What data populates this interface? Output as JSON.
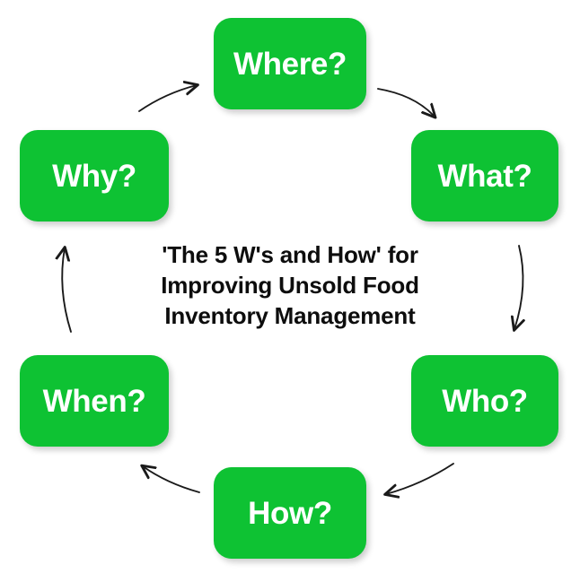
{
  "diagram": {
    "type": "cycle",
    "title": "'The 5 W's and How' for Improving Unsold Food Inventory Management",
    "center_lines": [
      "'The 5 W's and How' for",
      "Improving Unsold Food",
      "Inventory Management"
    ],
    "node_fill_color": "#0ec233",
    "node_text_color": "#ffffff",
    "center_text_color": "#0d0d0d",
    "background_color": "#ffffff",
    "arrow_color": "#1a1a1a",
    "nodes": [
      {
        "id": "where",
        "label": "Where?",
        "position": "top"
      },
      {
        "id": "what",
        "label": "What?",
        "position": "right-upper"
      },
      {
        "id": "who",
        "label": "Who?",
        "position": "right-lower"
      },
      {
        "id": "how",
        "label": "How?",
        "position": "bottom"
      },
      {
        "id": "when",
        "label": "When?",
        "position": "left-lower"
      },
      {
        "id": "why",
        "label": "Why?",
        "position": "left-upper"
      }
    ],
    "arrows": [
      {
        "id": "where-to-what",
        "from": "Where?",
        "to": "What?",
        "direction": "down-right"
      },
      {
        "id": "what-to-who",
        "from": "What?",
        "to": "Who?",
        "direction": "down"
      },
      {
        "id": "who-to-how",
        "from": "Who?",
        "to": "How?",
        "direction": "down-left"
      },
      {
        "id": "how-to-when",
        "from": "How?",
        "to": "When?",
        "direction": "up-left"
      },
      {
        "id": "when-to-why",
        "from": "When?",
        "to": "Why?",
        "direction": "up"
      },
      {
        "id": "why-to-where",
        "from": "Why?",
        "to": "Where?",
        "direction": "up-right"
      }
    ]
  }
}
